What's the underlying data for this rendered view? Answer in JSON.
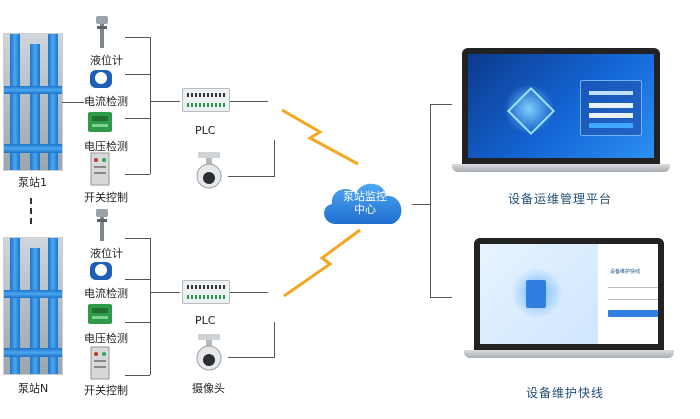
{
  "stations": [
    {
      "name": "泵站1",
      "sensors": [
        "液位计",
        "电流检测",
        "电压检测",
        "开关控制"
      ],
      "plc_label": "PLC"
    },
    {
      "name": "泵站N",
      "sensors": [
        "液位计",
        "电流检测",
        "电压检测",
        "开关控制"
      ],
      "plc_label": "PLC",
      "camera_label": "摄像头"
    }
  ],
  "hub": {
    "line1": "泵站监控",
    "line2": "中心"
  },
  "platforms": [
    {
      "label": "设备运维管理平台"
    },
    {
      "label": "设备维护快线",
      "screen_title": "设备维护快线"
    }
  ],
  "colors": {
    "cloud": "#2f8ee0",
    "signal": "#f5a623",
    "pipe": "#2a86d9",
    "platform_label": "#1f4e79"
  },
  "icons": [
    "level-gauge-icon",
    "current-sensor-icon",
    "voltage-sensor-icon",
    "switch-cabinet-icon",
    "plc-icon",
    "dome-camera-icon",
    "cloud-icon",
    "lightning-icon",
    "laptop-icon"
  ]
}
